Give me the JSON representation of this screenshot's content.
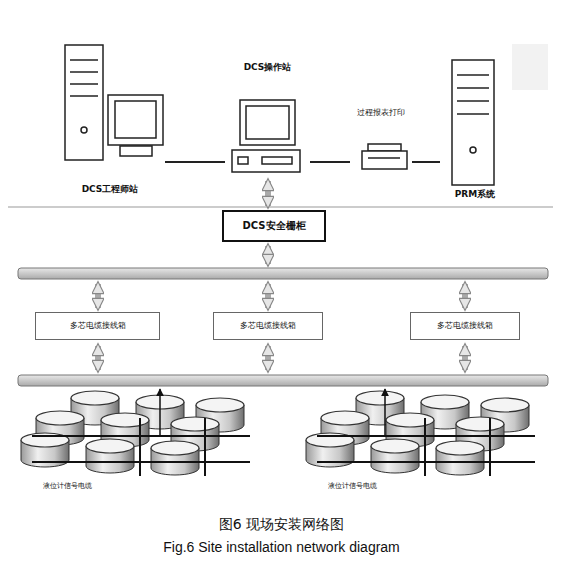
{
  "diagram": {
    "caption": "图6 现场安装网络图",
    "nodes": [
      {
        "text": [
          "DCS工程师站"
        ]
      },
      {
        "text": [
          "DCS操作站"
        ]
      },
      {
        "text": [
          "过程报表打印"
        ]
      },
      {
        "text": [
          "PRM系统"
        ]
      },
      {
        "text": [
          "DCS安全栅柜"
        ]
      },
      {
        "text": [
          "多芯电缆接线箱"
        ]
      },
      {
        "text": [
          "多芯电缆接线箱"
        ]
      },
      {
        "text": [
          "多芯电缆接线箱"
        ]
      }
    ],
    "edges": [
      {
        "from": 0,
        "to": 1,
        "arrow": "none"
      },
      {
        "from": 1,
        "to": 2,
        "arrow": "none"
      },
      {
        "from": 2,
        "to": 3,
        "arrow": "none"
      },
      {
        "from": 1,
        "to": 4,
        "arrow": "both"
      }
    ],
    "labels": [
      "液位计信号电缆",
      "液位计信号电缆",
      "Fig.6 Site installation network diagram"
    ]
  }
}
